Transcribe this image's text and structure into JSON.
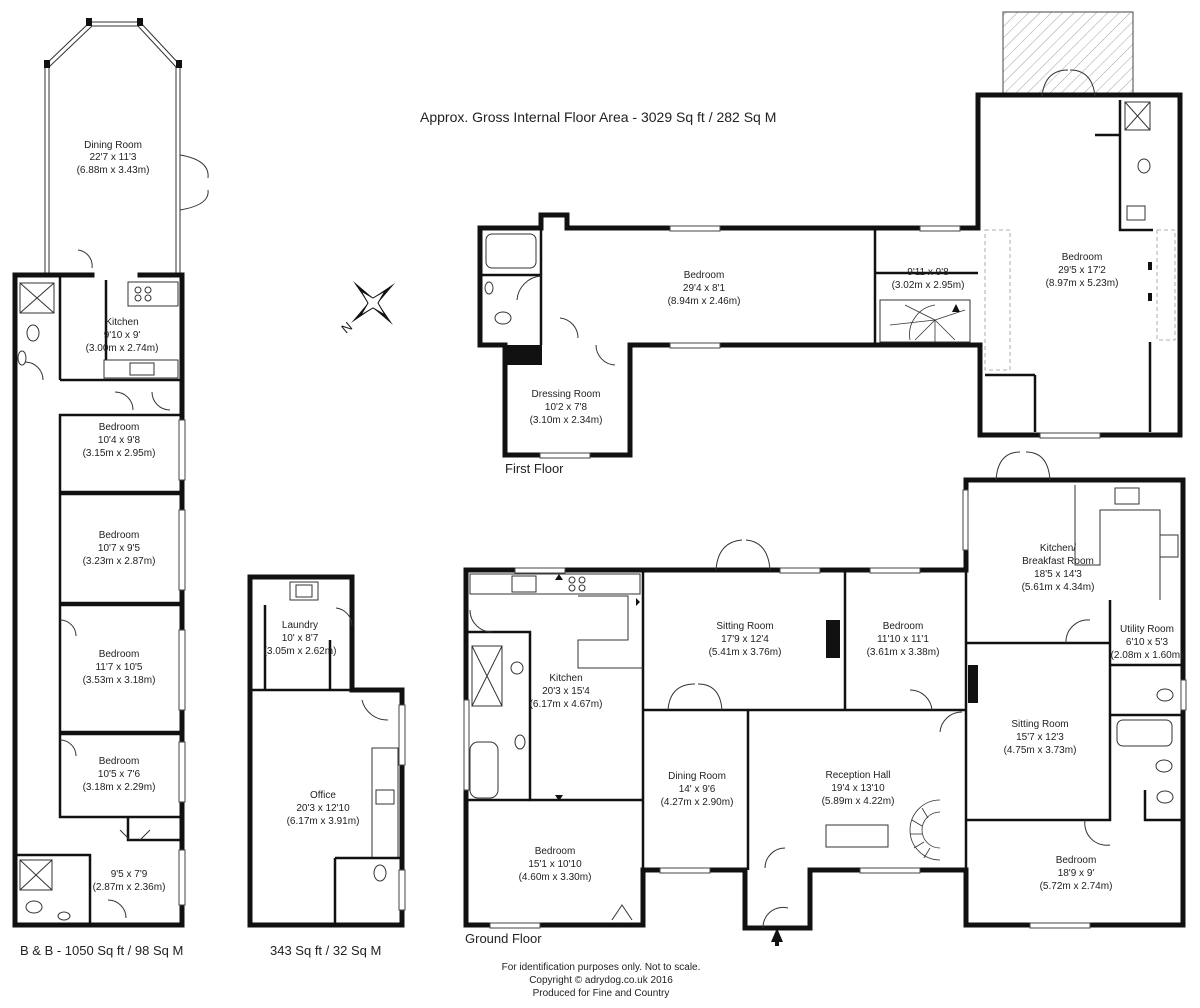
{
  "header": {
    "gross_area": "Approx. Gross Internal Floor Area - 3029 Sq ft / 282 Sq M"
  },
  "floor_labels": {
    "first_floor": "First Floor",
    "ground_floor": "Ground Floor",
    "bnb_area": "B & B - 1050 Sq ft / 98 Sq M",
    "outbuilding_area": "343 Sq ft / 32 Sq M"
  },
  "footer": {
    "line1": "For identification purposes only. Not to scale.",
    "line2": "Copyright © adrydog.co.uk 2016",
    "line3": "Produced for Fine and Country"
  },
  "compass": {
    "label": "N"
  },
  "rooms": {
    "bnb_dining": {
      "name": "Dining Room",
      "dim1": "22'7 x 11'3",
      "dim2": "(6.88m x 3.43m)"
    },
    "bnb_kitchen": {
      "name": "Kitchen",
      "dim1": "9'10 x 9'",
      "dim2": "(3.00m x 2.74m)"
    },
    "bnb_bed1": {
      "name": "Bedroom",
      "dim1": "10'4 x 9'8",
      "dim2": "(3.15m x 2.95m)"
    },
    "bnb_bed2": {
      "name": "Bedroom",
      "dim1": "10'7 x 9'5",
      "dim2": "(3.23m x 2.87m)"
    },
    "bnb_bed3": {
      "name": "Bedroom",
      "dim1": "11'7 x 10'5",
      "dim2": "(3.53m x 3.18m)"
    },
    "bnb_bed4": {
      "name": "Bedroom",
      "dim1": "10'5 x 7'6",
      "dim2": "(3.18m x 2.29m)"
    },
    "bnb_small": {
      "dim1": "9'5 x 7'9",
      "dim2": "(2.87m x 2.36m)"
    },
    "laundry": {
      "name": "Laundry",
      "dim1": "10' x 8'7",
      "dim2": "(3.05m x 2.62m)"
    },
    "office": {
      "name": "Office",
      "dim1": "20'3 x 12'10",
      "dim2": "(6.17m x 3.91m)"
    },
    "ff_bed_long": {
      "name": "Bedroom",
      "dim1": "29'4 x 8'1",
      "dim2": "(8.94m x 2.46m)"
    },
    "ff_landing": {
      "dim1": "9'11 x 9'8",
      "dim2": "(3.02m x 2.95m)"
    },
    "ff_bed_large": {
      "name": "Bedroom",
      "dim1": "29'5 x 17'2",
      "dim2": "(8.97m x 5.23m)"
    },
    "ff_dressing": {
      "name": "Dressing Room",
      "dim1": "10'2 x 7'8",
      "dim2": "(3.10m x 2.34m)"
    },
    "gf_kitchen": {
      "name": "Kitchen",
      "dim1": "20'3 x 15'4",
      "dim2": "(6.17m x 4.67m)"
    },
    "gf_sitting1": {
      "name": "Sitting Room",
      "dim1": "17'9 x 12'4",
      "dim2": "(5.41m x 3.76m)"
    },
    "gf_bed_mid": {
      "name": "Bedroom",
      "dim1": "11'10 x 11'1",
      "dim2": "(3.61m x 3.38m)"
    },
    "gf_kitchen_bfast": {
      "name": "Kitchen/",
      "name2": "Breakfast Room",
      "dim1": "18'5 x 14'3",
      "dim2": "(5.61m x 4.34m)"
    },
    "gf_utility": {
      "name": "Utility Room",
      "dim1": "6'10 x 5'3",
      "dim2": "(2.08m x 1.60m)"
    },
    "gf_dining": {
      "name": "Dining Room",
      "dim1": "14' x 9'6",
      "dim2": "(4.27m x 2.90m)"
    },
    "gf_reception": {
      "name": "Reception Hall",
      "dim1": "19'4 x 13'10",
      "dim2": "(5.89m x 4.22m)"
    },
    "gf_sitting2": {
      "name": "Sitting Room",
      "dim1": "15'7 x 12'3",
      "dim2": "(4.75m x 3.73m)"
    },
    "gf_bed_sw": {
      "name": "Bedroom",
      "dim1": "15'1 x 10'10",
      "dim2": "(4.60m x 3.30m)"
    },
    "gf_bed_se": {
      "name": "Bedroom",
      "dim1": "18'9 x 9'",
      "dim2": "(5.72m x 2.74m)"
    }
  }
}
